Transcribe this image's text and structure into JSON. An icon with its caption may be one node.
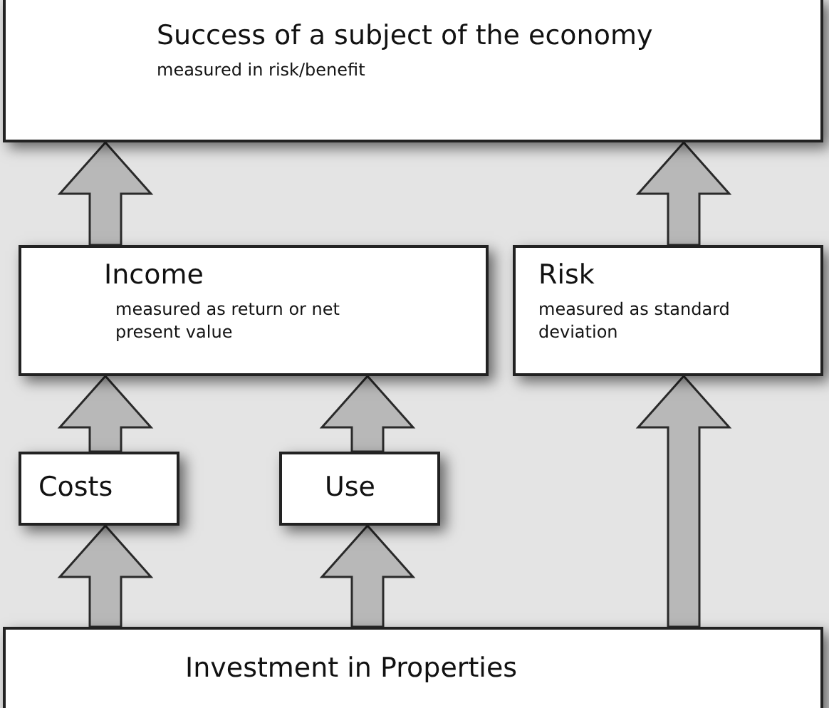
{
  "diagram": {
    "nodes": [
      {
        "text": [
          "Success of a subject of the economy",
          "measured in risk/benefit"
        ]
      },
      {
        "text": [
          "Income",
          "measured as return or net present value"
        ]
      },
      {
        "text": [
          "Risk",
          "measured as standard deviation"
        ]
      },
      {
        "text": [
          "Costs"
        ]
      },
      {
        "text": [
          "Use"
        ]
      },
      {
        "text": [
          "Investment in Properties"
        ]
      }
    ],
    "edges": [
      {
        "from": 1,
        "to": 0,
        "arrow": "to"
      },
      {
        "from": 2,
        "to": 0,
        "arrow": "to"
      },
      {
        "from": 3,
        "to": 1,
        "arrow": "to"
      },
      {
        "from": 4,
        "to": 1,
        "arrow": "to"
      },
      {
        "from": 5,
        "to": 3,
        "arrow": "to"
      },
      {
        "from": 5,
        "to": 4,
        "arrow": "to"
      },
      {
        "from": 5,
        "to": 2,
        "arrow": "to"
      }
    ]
  }
}
